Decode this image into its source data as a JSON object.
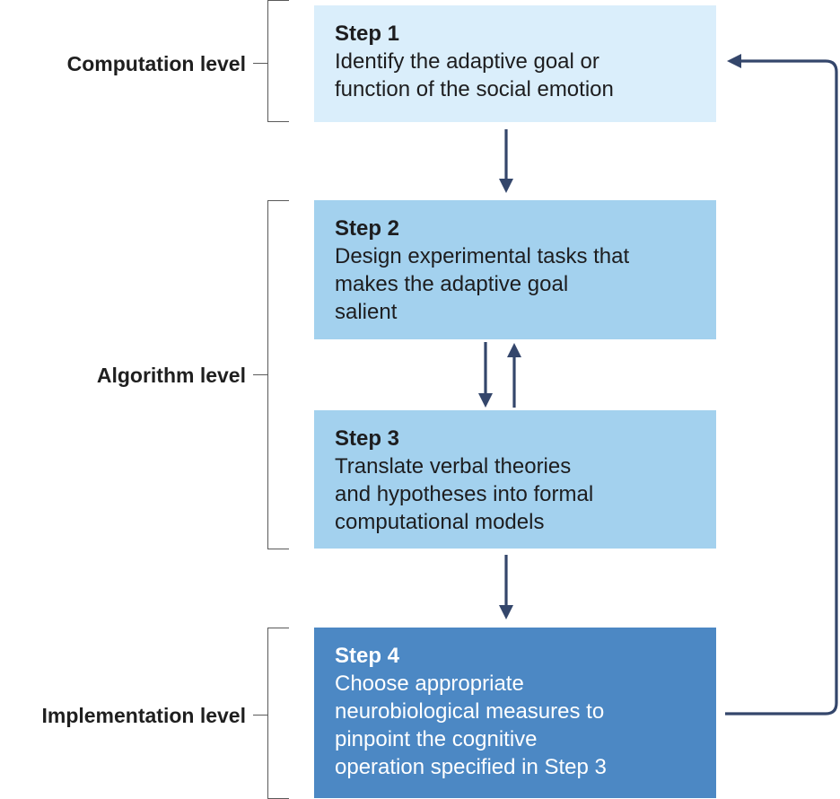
{
  "levels": {
    "computation": "Computation level",
    "algorithm": "Algorithm level",
    "implementation": "Implementation level"
  },
  "steps": [
    {
      "title": "Step 1",
      "lines": [
        "Identify the adaptive goal or",
        "function of the social emotion"
      ]
    },
    {
      "title": "Step 2",
      "lines": [
        "Design experimental tasks that",
        "makes the adaptive goal",
        "salient"
      ]
    },
    {
      "title": "Step 3",
      "lines": [
        "Translate verbal theories",
        "and hypotheses into formal",
        "computational models"
      ]
    },
    {
      "title": "Step 4",
      "lines": [
        "Choose appropriate",
        "neurobiological measures to",
        "pinpoint the cognitive",
        "operation specified in Step 3"
      ]
    }
  ],
  "colors": {
    "step1": "#daeefb",
    "step2": "#a3d1ee",
    "step3": "#a3d1ee",
    "step4": "#4c88c4",
    "arrow": "#34466b"
  }
}
